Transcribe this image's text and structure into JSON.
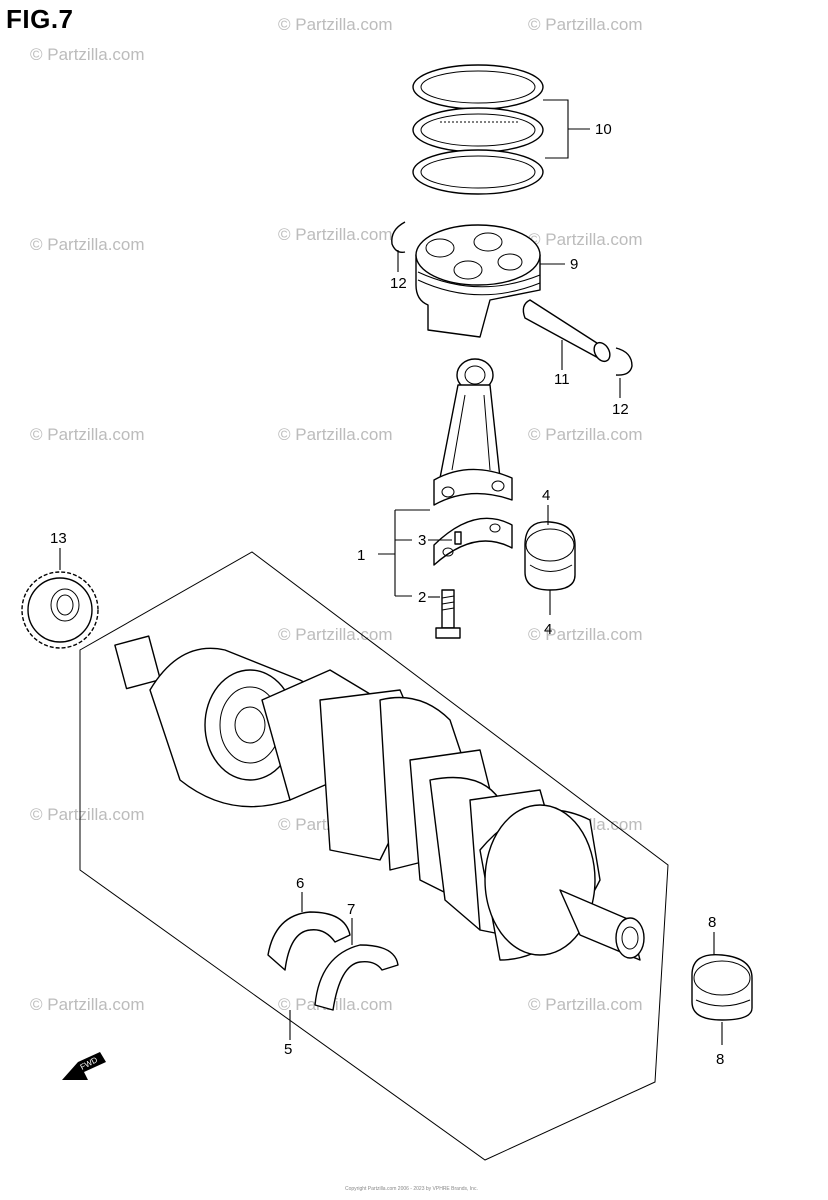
{
  "figure_title": "FIG.7",
  "watermark_text": "© Partzilla.com",
  "callouts": [
    "1",
    "2",
    "3",
    "4",
    "5",
    "6",
    "7",
    "8",
    "9",
    "10",
    "11",
    "12",
    "13"
  ],
  "callout_label_12_pair": [
    "12",
    "12"
  ],
  "callout_label_4_pair": [
    "4",
    "4"
  ],
  "callout_label_8_pair": [
    "8",
    "8"
  ],
  "fwd_label": "FWD",
  "footer_text": "Copyright Partzilla.com 2006 - 2023 by VPHRE Brands, Inc."
}
